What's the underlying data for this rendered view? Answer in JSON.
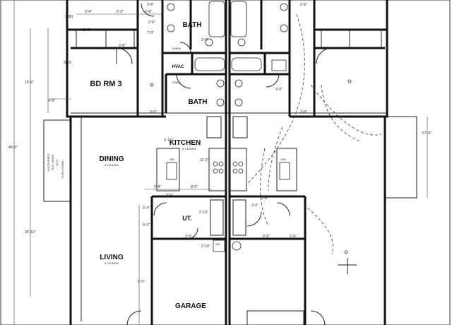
{
  "rooms": {
    "bd_rm_3": "BD RM 3",
    "bath_upper": "BATH",
    "bath_lower": "BATH",
    "kitchen": "KITCHEN",
    "kitchen_sub": "9' CEILING",
    "dining": "DINING",
    "dining_sub": "9' CEILING",
    "living": "LIVING",
    "living_sub": "9' CEILING",
    "utility": "UT.",
    "garage": "GARAGE",
    "hvac": "HVAC",
    "linen_upper": "LINEN",
    "linen_lower": "LINEN",
    "dw_left": "DW",
    "dw_right": "DW",
    "sm": "SM"
  },
  "notes": {
    "porch_1": "UNCOVERED",
    "porch_2": "FLAT WORK",
    "porch_3": "11'-0\"",
    "turn_down": "TURN DOWN"
  },
  "dimensions": {
    "d1": "5'-4\"",
    "d2": "5'-2\"",
    "d3": "3'-6\"",
    "d4": "2'-6\"",
    "d5": "2'-0\"",
    "d6": "3'-0\"",
    "d7": "7'-0\"",
    "d8": "3'-0\"",
    "d9": "3'-0\"",
    "d10": "2'-6\"",
    "d11": "4'-0\"",
    "d12": "10'-4\"",
    "d13": "20'-10\"",
    "d14": "40'-0\"",
    "d15": "67'-0\"",
    "d16": "11'-0\"",
    "d17": "2'-4\"",
    "d18": "8'-5\"",
    "d19": "2'-6\"",
    "d20": "2'-10\"",
    "d21": "2'-6\"",
    "d22": "3'-0\"",
    "d23": "2'-8\"",
    "d24": "2'-6\"",
    "d25": "9'-2\"",
    "d26": "3'-4\"",
    "d27": "2'-6\"",
    "d28": "3'-0\"",
    "d29": "3'-0\"",
    "d30": "3'-6\"",
    "d31": "3090",
    "d32": "3050",
    "d33": "2'-10\"",
    "d34": "5'-10\"",
    "d35": "9'-0\""
  }
}
